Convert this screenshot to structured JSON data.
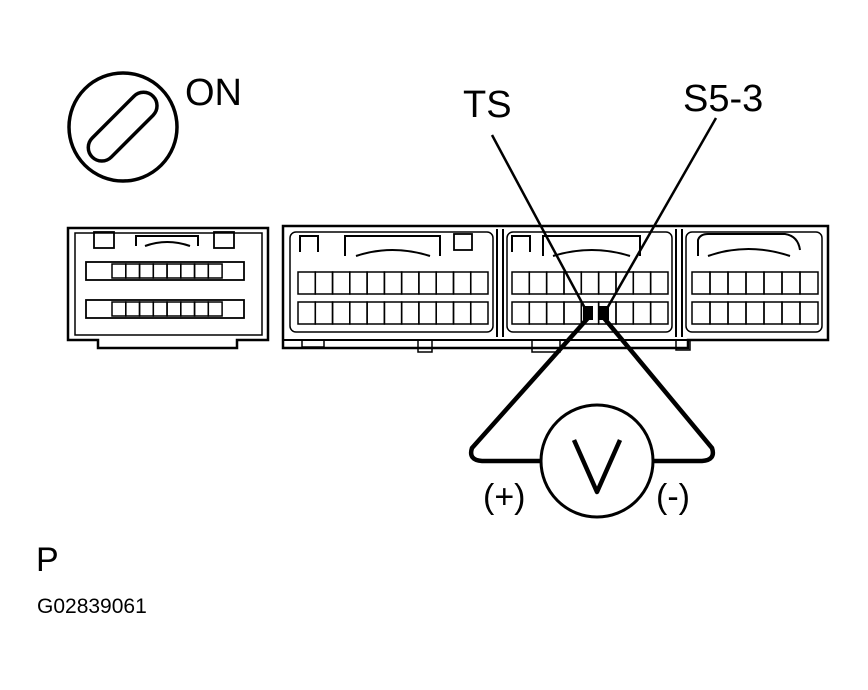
{
  "switch": {
    "label": "ON"
  },
  "terminals": {
    "positive_terminal": "TS",
    "negative_terminal": "S5-3"
  },
  "meter": {
    "positive_label": "(+)",
    "negative_label": "(-)",
    "symbol": "V"
  },
  "footer": {
    "marker": "P",
    "figure_code": "G02839061"
  },
  "colors": {
    "line": "#000000",
    "background": "#ffffff"
  }
}
